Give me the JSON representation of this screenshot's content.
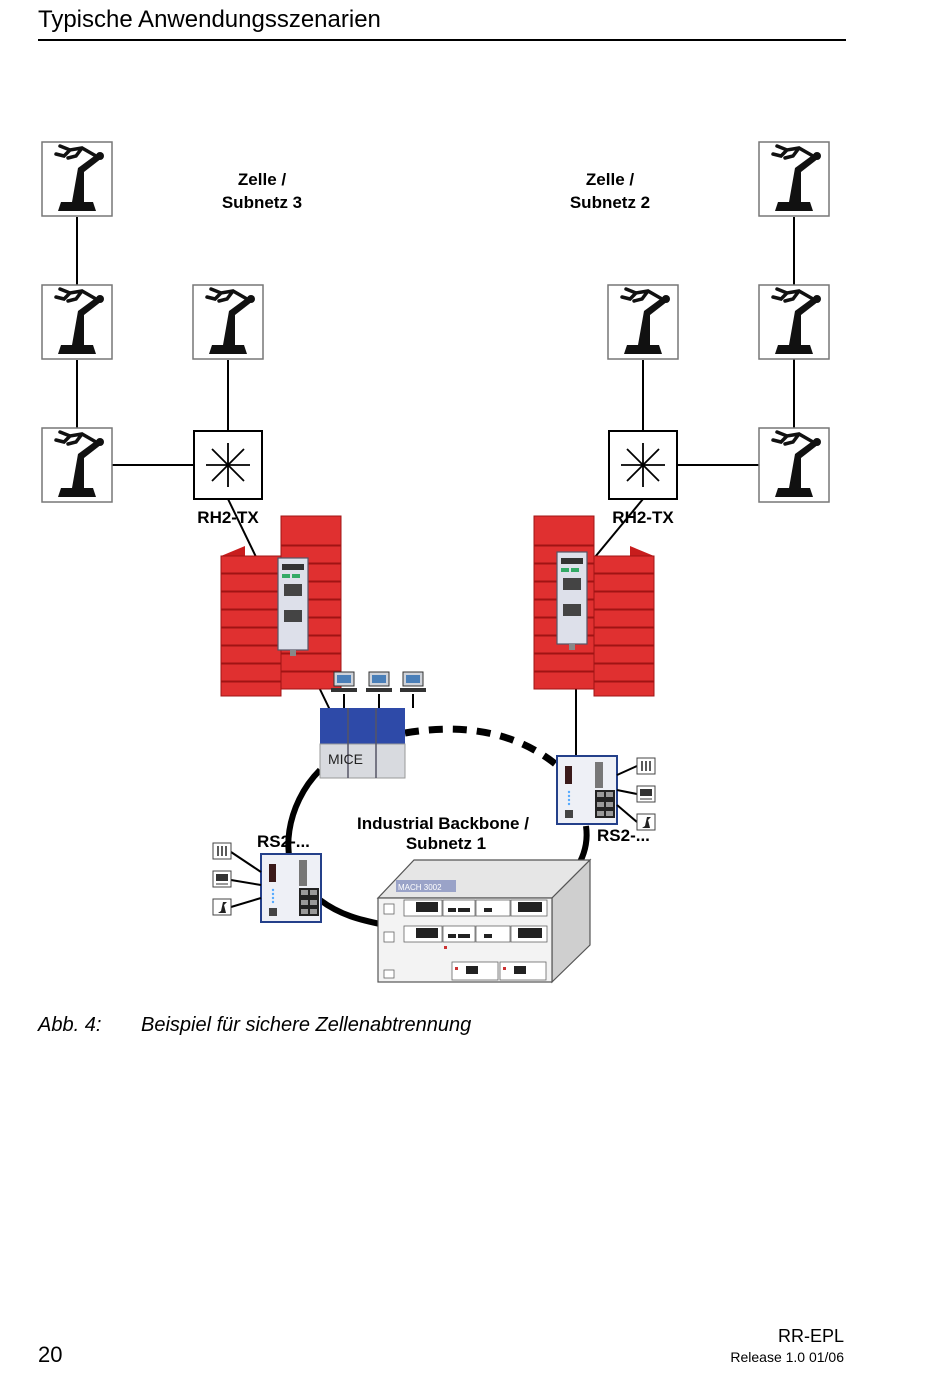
{
  "header": {
    "title": "Typische Anwendungsszenarien"
  },
  "diagram": {
    "cell3": {
      "line1": "Zelle /",
      "line2": "Subnetz 3"
    },
    "cell2": {
      "line1": "Zelle /",
      "line2": "Subnetz 2"
    },
    "rh2_left": "RH2-TX",
    "rh2_right": "RH2-TX",
    "mice": "MICE",
    "rs2_left": "RS2-...",
    "rs2_right": "RS2-...",
    "backbone": {
      "line1": "Industrial Backbone /",
      "line2": "Subnetz 1"
    },
    "mach": "MACH 3002"
  },
  "caption": {
    "number": "Abb. 4:",
    "text": "Beispiel für sichere Zellenabtrennung"
  },
  "footer": {
    "page": "20",
    "product": "RR-EPL",
    "release": "Release  1.0  01/06"
  }
}
